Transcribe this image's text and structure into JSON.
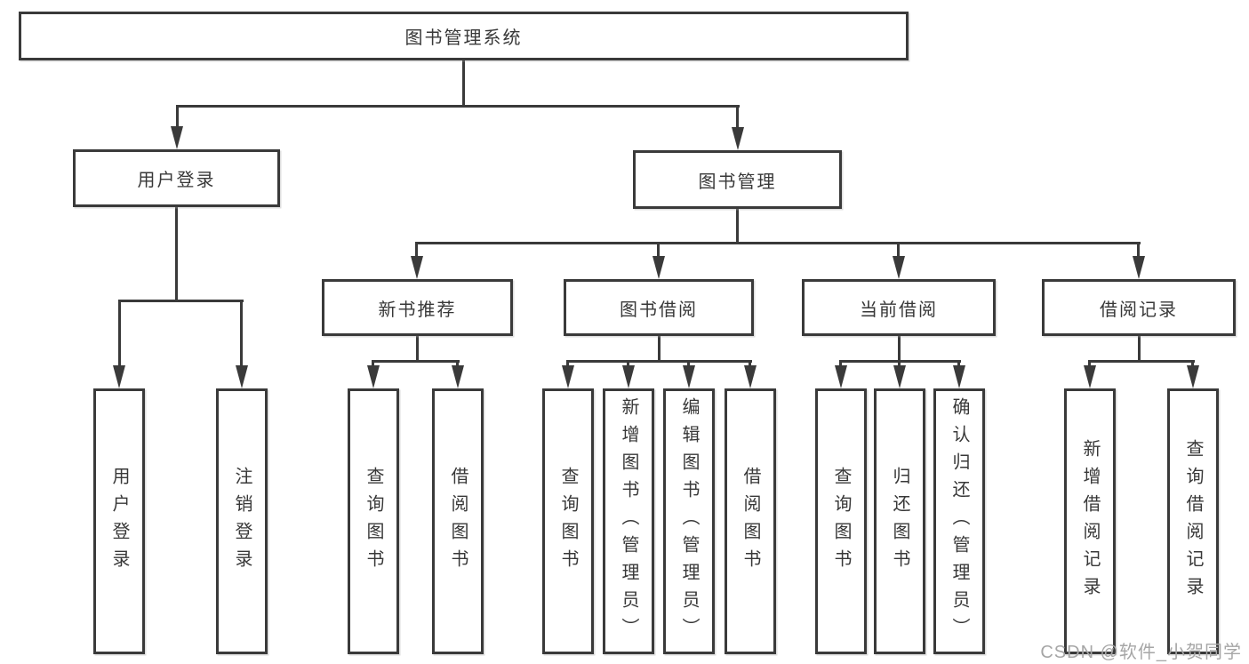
{
  "diagram_title": "图书管理系统",
  "tree": {
    "label": "图书管理系统",
    "children": [
      {
        "label": "用户登录",
        "children": [
          {
            "label": "用户登录"
          },
          {
            "label": "注销登录"
          }
        ]
      },
      {
        "label": "图书管理",
        "children": [
          {
            "label": "新书推荐",
            "children": [
              {
                "label": "查询图书"
              },
              {
                "label": "借阅图书"
              }
            ]
          },
          {
            "label": "图书借阅",
            "children": [
              {
                "label": "查询图书"
              },
              {
                "label": "新增图书（管理员）"
              },
              {
                "label": "编辑图书（管理员）"
              },
              {
                "label": "借阅图书"
              }
            ]
          },
          {
            "label": "当前借阅",
            "children": [
              {
                "label": "查询图书"
              },
              {
                "label": "归还图书"
              },
              {
                "label": "确认归还（管理员）"
              }
            ]
          },
          {
            "label": "借阅记录",
            "children": [
              {
                "label": "新增借阅记录"
              },
              {
                "label": "查询借阅记录"
              }
            ]
          }
        ]
      }
    ]
  },
  "watermark": {
    "text": "CSDN @软件_小贺同学"
  },
  "colors": {
    "line": "#3a3a3a",
    "text": "#383838",
    "watermark": "#a6a6a6",
    "background": "#ffffff"
  }
}
